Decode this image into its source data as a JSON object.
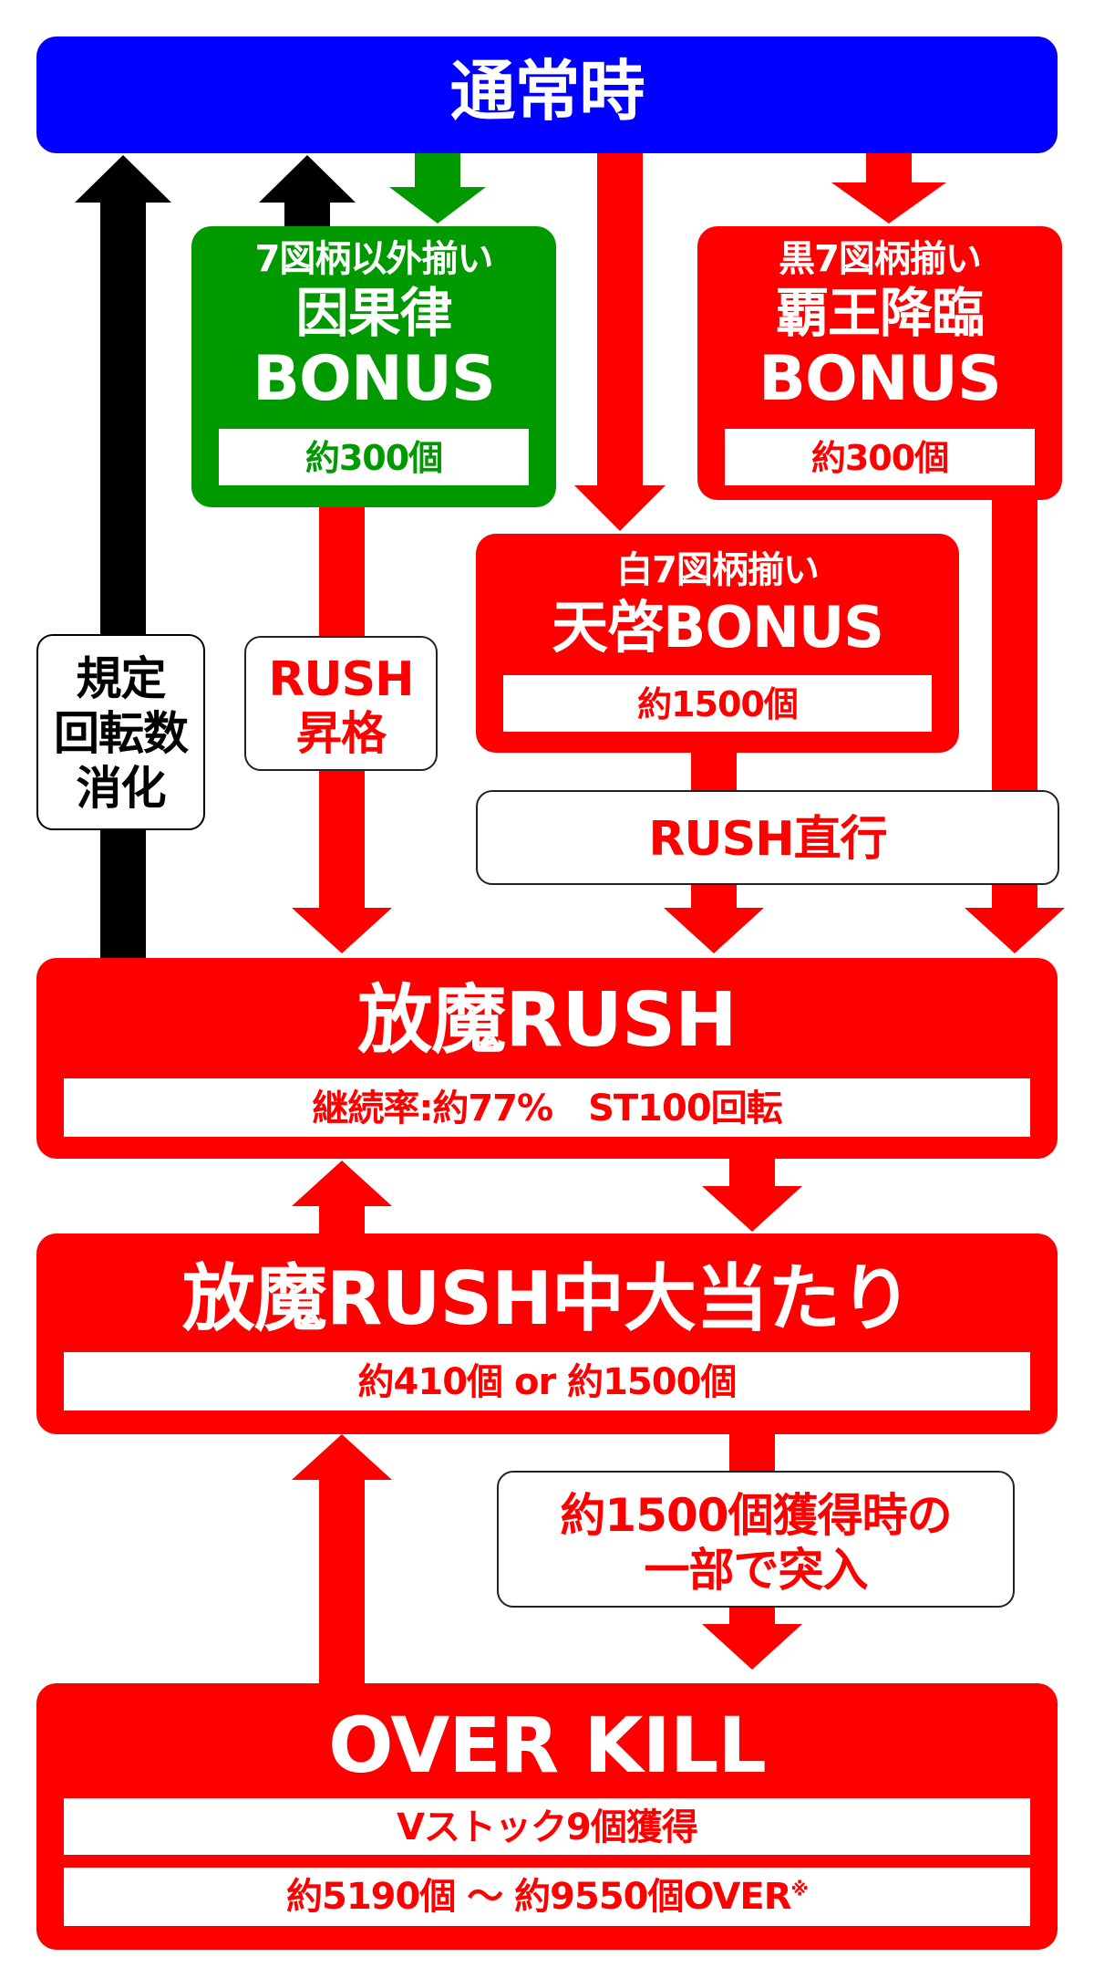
{
  "colors": {
    "blue": "#0000ff",
    "red": "#ff0000",
    "green": "#009900",
    "black": "#000000",
    "white": "#ffffff"
  },
  "normal": {
    "title": "通常時"
  },
  "inga": {
    "condition": "7図柄以外揃い",
    "name_line1": "因果律",
    "name_line2": "BONUS",
    "payout": "約300個"
  },
  "haou": {
    "condition": "黒7図柄揃い",
    "name_line1": "覇王降臨",
    "name_line2": "BONUS",
    "payout": "約300個"
  },
  "tenkei": {
    "condition": "白7図柄揃い",
    "name": "天啓BONUS",
    "payout": "約1500個"
  },
  "labels": {
    "kitei_line1": "規定",
    "kitei_line2": "回転数",
    "kitei_line3": "消化",
    "rush_up_line1": "RUSH",
    "rush_up_line2": "昇格",
    "rush_direct": "RUSH直行",
    "entry_line1": "約1500個獲得時の",
    "entry_line2": "一部で突入"
  },
  "houma_rush": {
    "title": "放魔RUSH",
    "spec": "継続率:約77%　ST100回転"
  },
  "houma_hit": {
    "title": "放魔RUSH中大当たり",
    "payout": "約410個 or 約1500個"
  },
  "over_kill": {
    "title": "OVER KILL",
    "stock": "Vストック9個獲得",
    "payout": "約5190個 ～ 約9550個OVER",
    "note_mark": "※"
  }
}
